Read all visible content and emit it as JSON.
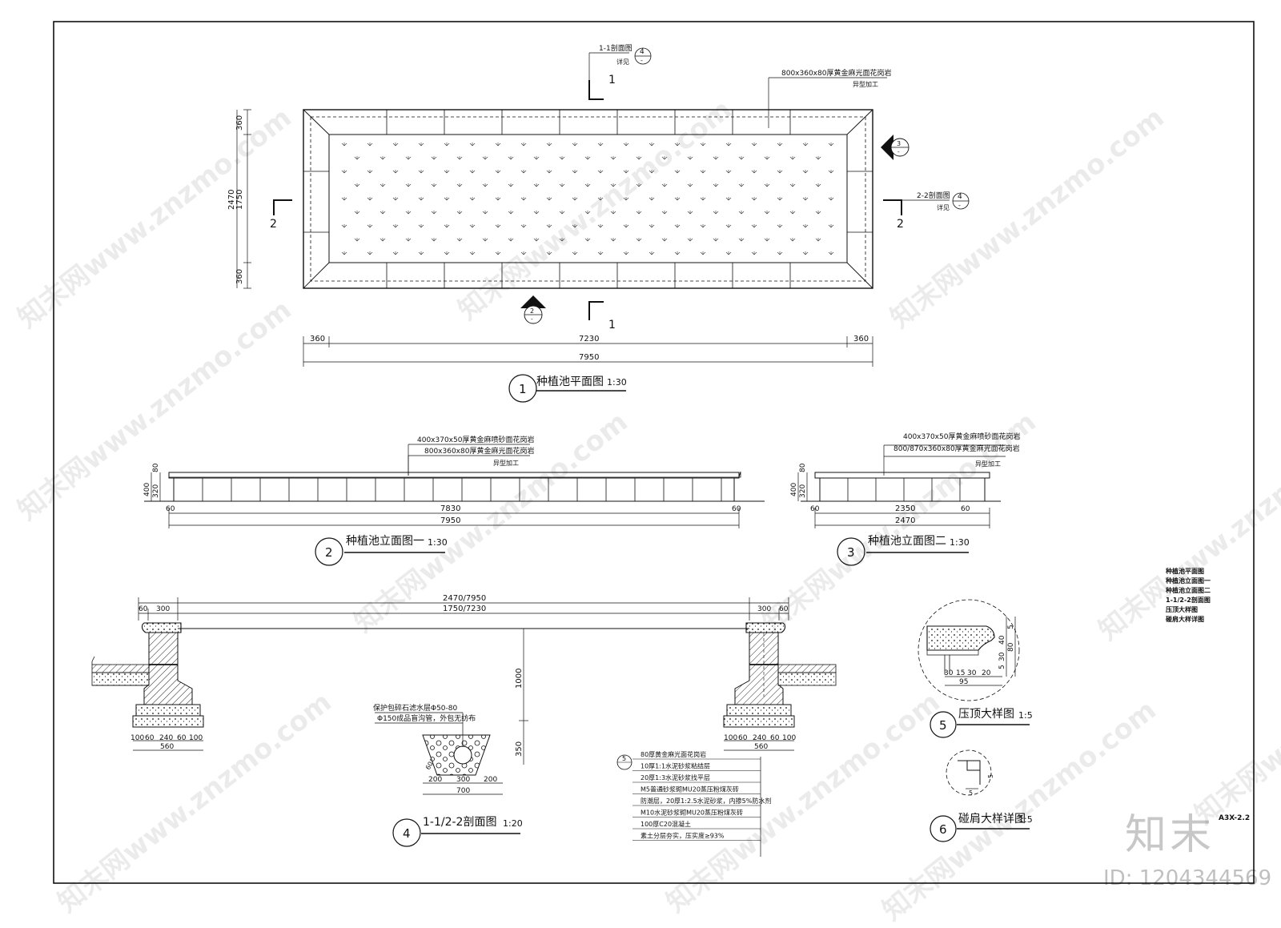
{
  "watermark": "知末网www.znzmo.com",
  "brand": "知末",
  "doc_id": "ID: 1204344569",
  "sheet_no": "A3X-2.2",
  "index_list": [
    "种植池平面图",
    "种植池立面图一",
    "种植池立面图二",
    "1-1/2-2剖面图",
    "压顶大样图",
    "碰肩大样详图"
  ],
  "plan": {
    "ref_top_label": "1-1剖面图",
    "ref_top_see": "详见",
    "ref_top_num": "4",
    "ref_right_label": "2-2剖面图",
    "ref_right_see": "详见",
    "ref_right_num": "4",
    "ref_right_tri": "3",
    "ref_bottom_tri": "2",
    "dash": "-",
    "section_1": "1",
    "section_2": "2",
    "cap_note": "800x360x80厚黄金麻光面花岗岩",
    "cap_note2": "异型加工",
    "dim_left_total": "2470",
    "dim_left_top": "360",
    "dim_left_mid": "1750",
    "dim_left_bot": "360",
    "dim_bot_left": "360",
    "dim_bot_mid": "7230",
    "dim_bot_right": "360",
    "dim_bot_total": "7950",
    "title_num": "1",
    "title": "种植池平面图",
    "scale": "1:30"
  },
  "elev1": {
    "note1": "400x370x50厚黄金麻喷砂面花岗岩",
    "note2": "800x360x80厚黄金麻光面花岗岩",
    "note3": "异型加工",
    "dim_h_80": "80",
    "dim_h_400": "400",
    "dim_h_320": "320",
    "dim_l": "60",
    "dim_m": "7830",
    "dim_r": "60",
    "dim_total": "7950",
    "title_num": "2",
    "title": "种植池立面图一",
    "scale": "1:30"
  },
  "elev2": {
    "note1": "400x370x50厚黄金麻喷砂面花岗岩",
    "note2": "800/870x360x80厚黄金麻光面花岗岩",
    "note3": "异型加工",
    "dim_h_80": "80",
    "dim_h_400": "400",
    "dim_h_320": "320",
    "dim_l": "60",
    "dim_m": "2350",
    "dim_r": "60",
    "dim_total": "2470",
    "title_num": "3",
    "title": "种植池立面图二",
    "scale": "1:30"
  },
  "section": {
    "dim_total": "2470/7950",
    "dim_inner": "1750/7230",
    "dim_60": "60",
    "dim_300": "300",
    "dim_1000": "1000",
    "dim_350": "350",
    "footing_dims": [
      "100",
      "60",
      "240",
      "60",
      "100"
    ],
    "footing_total": "560",
    "drain_note1": "保护包碎石滤水层Φ50-80",
    "drain_note2": "Φ150成品盲沟管，外包无纺布",
    "drain_angle": "60°",
    "drain_dims": [
      "200",
      "300",
      "200"
    ],
    "drain_total": "700",
    "layer_ref_num": "5",
    "layers": [
      "80厚黄金麻光面花岗岩",
      "10厚1:1水泥砂浆粘结层",
      "20厚1:3水泥砂浆找平层",
      "M5普通砂浆砌MU20蒸压粉煤灰砖",
      "防潮层，20厚1:2.5水泥砂浆，内掺5%防水剂",
      "M10水泥砂浆砌MU20蒸压粉煤灰砖",
      "100厚C20混凝土",
      "素土分层夯实，压实度≥93%"
    ],
    "title_num": "4",
    "title": "1-1/2-2剖面图",
    "scale": "1:20"
  },
  "detail5": {
    "dims_v": [
      "5",
      "40",
      "30",
      "5"
    ],
    "dims_v2": "80",
    "dims_h": [
      "30",
      "15",
      "30",
      "20"
    ],
    "dim_total": "95",
    "title_num": "5",
    "title": "压顶大样图",
    "scale": "1:5"
  },
  "detail6": {
    "dim_a": "5",
    "dim_b": "5",
    "title_num": "6",
    "title": "碰肩大样详图",
    "scale": "1:5"
  }
}
